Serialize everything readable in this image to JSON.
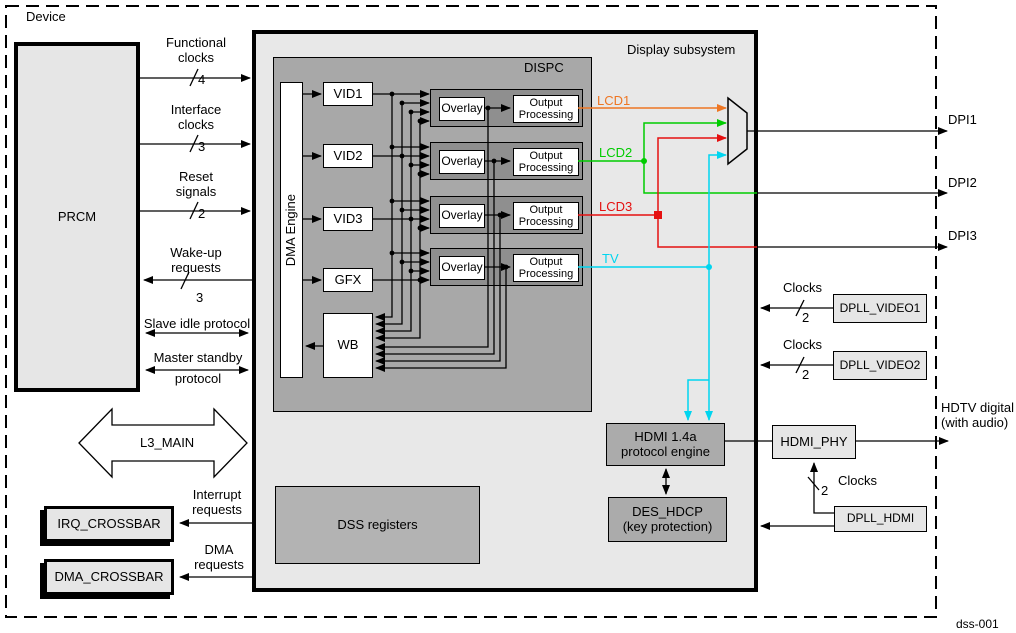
{
  "device_label": "Device",
  "figure_id": "dss-001",
  "colors": {
    "lcd1": "#ee7623",
    "lcd2": "#00cc00",
    "lcd3": "#e51010",
    "tv": "#00d5ef"
  },
  "prcm": {
    "label": "PRCM"
  },
  "l3_main": {
    "label": "L3_MAIN"
  },
  "left_signals": [
    {
      "line1": "Functional",
      "line2": "clocks",
      "count": "4"
    },
    {
      "line1": "Interface",
      "line2": "clocks",
      "count": "3"
    },
    {
      "line1": "Reset",
      "line2": "signals",
      "count": "2"
    },
    {
      "line1": "Wake-up",
      "line2": "requests",
      "count": "3"
    },
    {
      "line1": "Slave idle protocol"
    },
    {
      "line1": "Master standby",
      "line2": "protocol"
    }
  ],
  "crossbars": {
    "irq": {
      "label": "IRQ_CROSSBAR",
      "request_line1": "Interrupt",
      "request_line2": "requests"
    },
    "dma": {
      "label": "DMA_CROSSBAR",
      "request_line1": "DMA",
      "request_line2": "requests"
    }
  },
  "display_subsystem": {
    "title": "Display subsystem",
    "dispc": {
      "title": "DISPC",
      "dma_engine_label": "DMA Engine",
      "planes": [
        {
          "label": "VID1"
        },
        {
          "label": "VID2"
        },
        {
          "label": "VID3"
        },
        {
          "label": "GFX"
        }
      ],
      "writeback_label": "WB",
      "overlay_label": "Overlay",
      "output_processing_line1": "Output",
      "output_processing_line2": "Processing"
    },
    "outputs": [
      {
        "label": "LCD1"
      },
      {
        "label": "LCD2"
      },
      {
        "label": "LCD3"
      },
      {
        "label": "TV"
      }
    ],
    "dss_registers_label": "DSS registers",
    "hdmi_engine": {
      "line1": "HDMI 1.4a",
      "line2": "protocol engine"
    },
    "des_hdcp": {
      "line1": "DES_HDCP",
      "line2": "(key protection)"
    }
  },
  "external": {
    "dpi": [
      {
        "label": "DPI1"
      },
      {
        "label": "DPI2"
      },
      {
        "label": "DPI3"
      }
    ],
    "hdtv": {
      "line1": "HDTV digital",
      "line2": "(with audio)"
    },
    "hdmi_phy_label": "HDMI_PHY",
    "dplls": [
      {
        "label": "DPLL_VIDEO1",
        "clocks_label": "Clocks",
        "count": "2"
      },
      {
        "label": "DPLL_VIDEO2",
        "clocks_label": "Clocks",
        "count": "2"
      },
      {
        "label": "DPLL_HDMI",
        "clocks_label": "Clocks",
        "count": "2"
      }
    ]
  }
}
